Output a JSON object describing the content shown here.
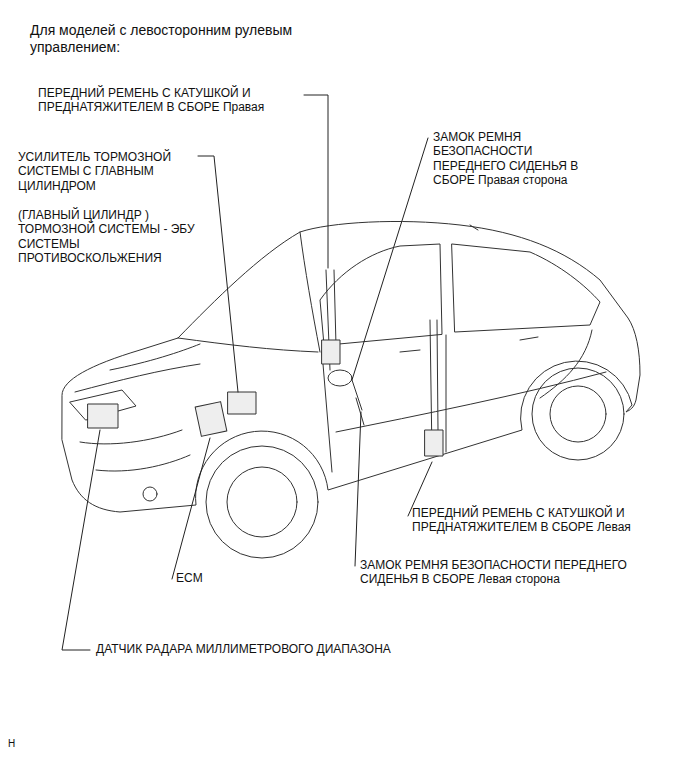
{
  "diagram": {
    "title": "Для моделей с левосторонним рулевым управлением:",
    "labels": [
      "ПЕРЕДНИЙ РЕМЕНЬ С КАТУШКОЙ И ПРЕДНАТЯЖИТЕЛЕМ В СБОРЕ Правая",
      "УСИЛИТЕЛЬ ТОРМОЗНОЙ СИСТЕМЫ С ГЛАВНЫМ ЦИЛИНДРОМ",
      "(ГЛАВНЫЙ ЦИЛИНДР ) ТОРМОЗНОЙ СИСТЕМЫ - ЭБУ СИСТЕМЫ ПРОТИВОСКОЛЬЖЕНИЯ",
      "ЗАМОК РЕМНЯ БЕЗОПАСНОСТИ ПЕРЕДНЕГО СИДЕНЬЯ В СБОРЕ Правая сторона",
      "ПЕРЕДНИЙ РЕМЕНЬ С КАТУШКОЙ И ПРЕДНАТЯЖИТЕЛЕМ В СБОРЕ Левая",
      "ЗАМОК РЕМНЯ БЕЗОПАСНОСТИ ПЕРЕДНЕГО СИДЕНЬЯ В СБОРЕ Левая сторона",
      "ECM",
      "ДАТЧИК РАДАРА МИЛЛИМЕТРОВОГО ДИАПАЗОНА",
      "H"
    ]
  }
}
